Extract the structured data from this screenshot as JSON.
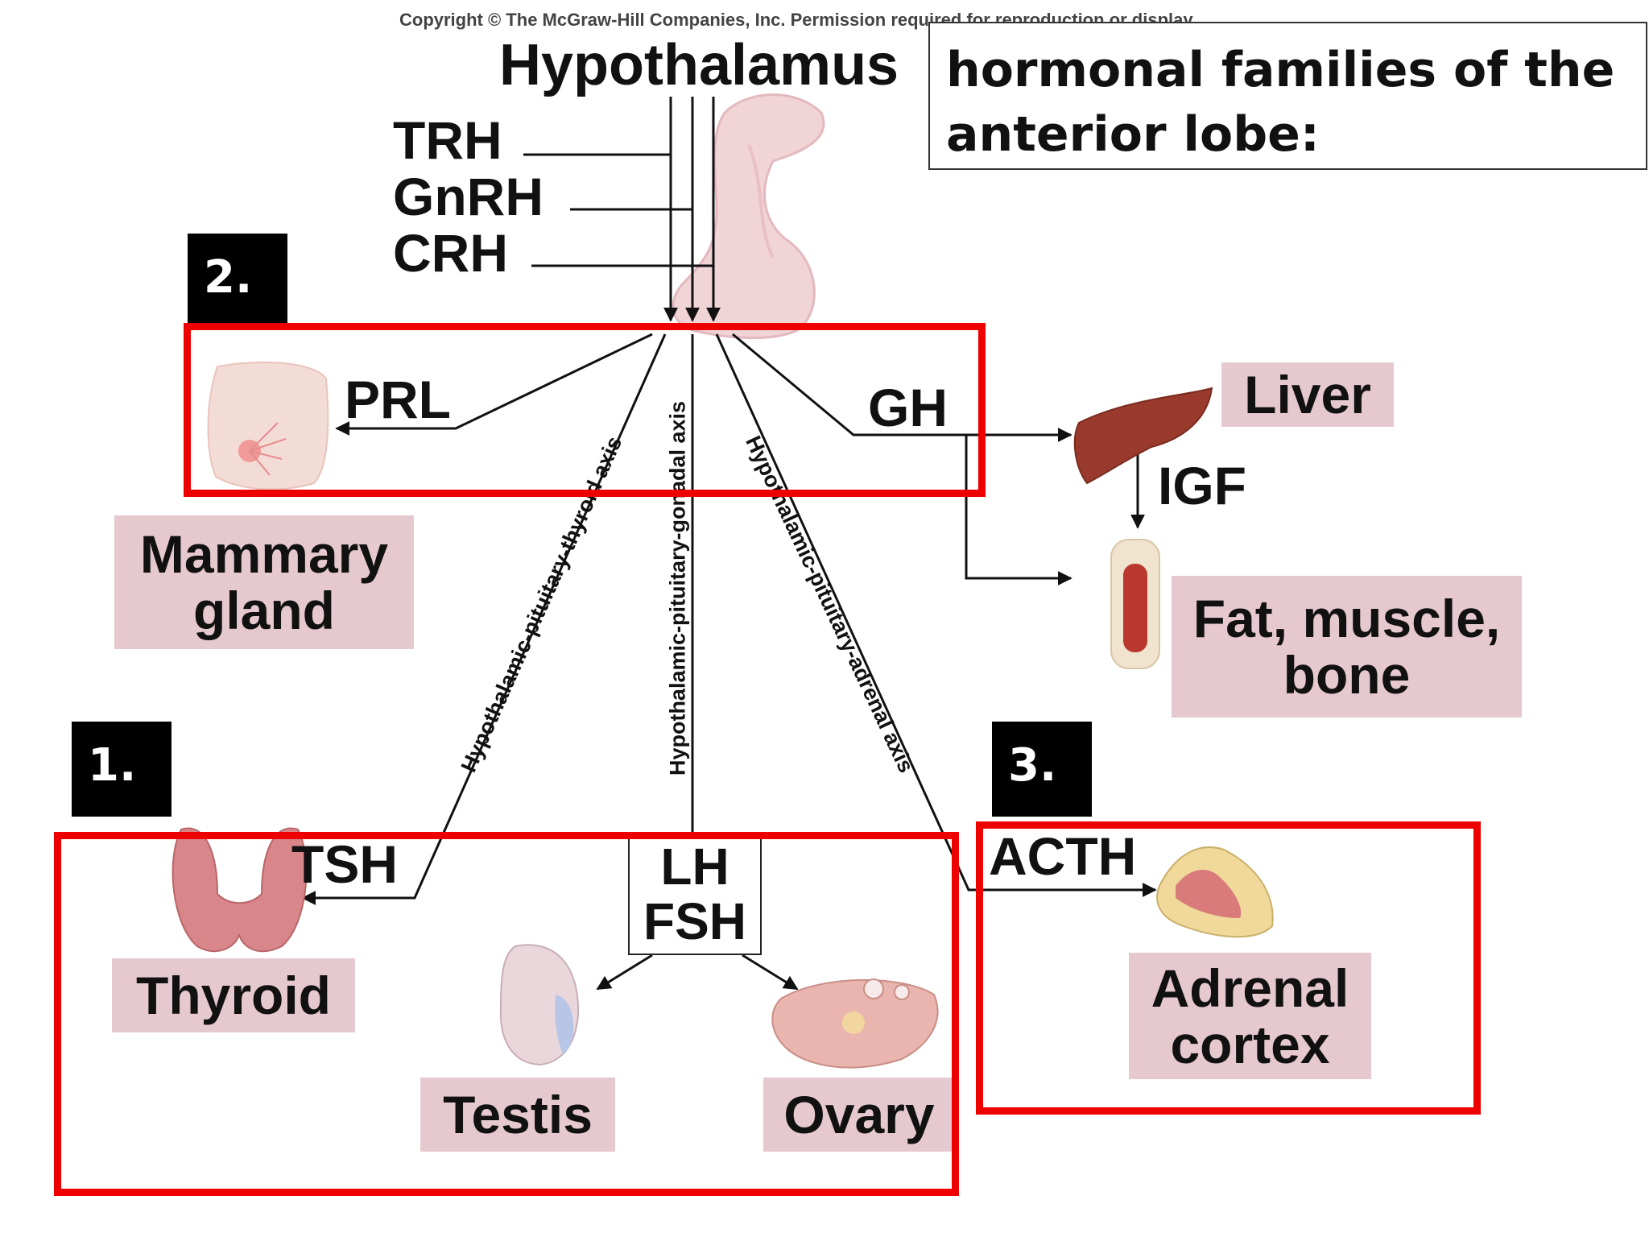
{
  "copyright": "Copyright © The McGraw-Hill Companies, Inc. Permission required for reproduction or display.",
  "hypothalamus": "Hypothalamus",
  "releasing_hormones": [
    "TRH",
    "GnRH",
    "CRH"
  ],
  "title_box": {
    "line1": " hormonal families of the",
    "line2": "anterior lobe:"
  },
  "group_tags": [
    "1.",
    "2.",
    "3."
  ],
  "hormones": {
    "prl": "PRL",
    "gh": "GH",
    "igf": "IGF",
    "tsh": "TSH",
    "lh": "LH",
    "fsh": "FSH",
    "acth": "ACTH"
  },
  "targets": {
    "mammary_1": "Mammary",
    "mammary_2": "gland",
    "liver": "Liver",
    "fat_1": "Fat, muscle,",
    "fat_2": "bone",
    "thyroid": "Thyroid",
    "testis": "Testis",
    "ovary": "Ovary",
    "adrenal_1": "Adrenal",
    "adrenal_2": "cortex"
  },
  "axes": {
    "thyroid": "Hypothalamic-pituitary-thyroid axis",
    "gonadal": "Hypothalamic-pituitary-gonadal axis",
    "adrenal": "Hypothalamic-pituitary-adrenal axis"
  },
  "colors": {
    "highlight_box": "#ee0000",
    "label_bg": "#e6c9cf",
    "tag_bg": "#000000"
  }
}
